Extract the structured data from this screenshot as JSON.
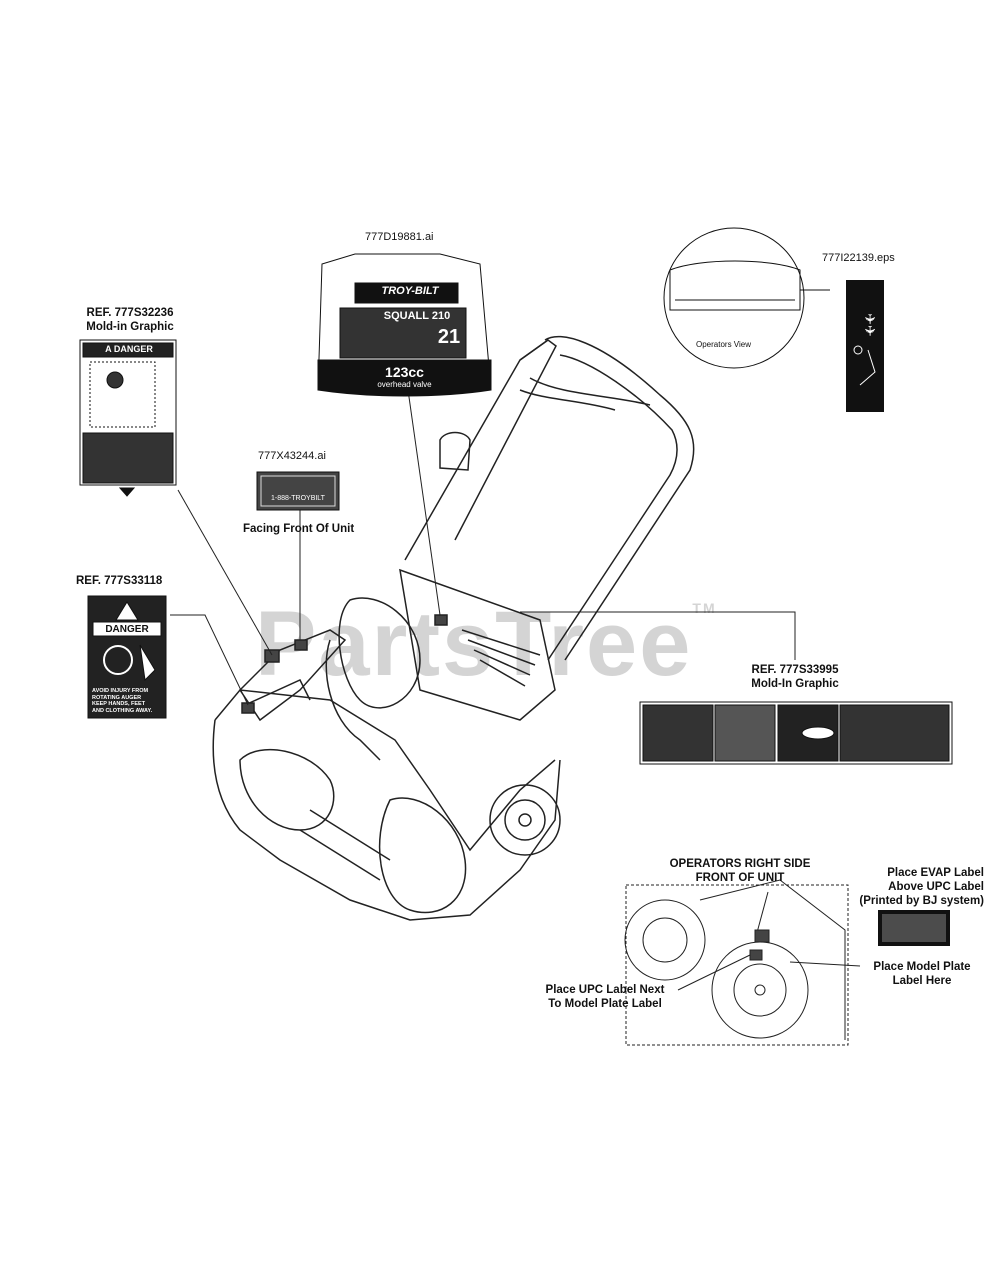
{
  "watermark": "PartsTree",
  "watermark_tm": "TM",
  "labels": {
    "ref1": "REF. 777S32236",
    "ref1_sub": "Mold-in Graphic",
    "ref2": "REF.  777S33118",
    "ref3": "REF. 777S33995",
    "ref3_sub": "Mold-In Graphic",
    "file1": "777D19881.ai",
    "file2": "777X43244.ai",
    "file3": "777I22139.eps",
    "facing": "Facing Front Of Unit",
    "operators_view": "Operators View",
    "right_side_1": "OPERATORS RIGHT SIDE",
    "right_side_2": "FRONT OF UNIT",
    "evap_1": "Place EVAP Label",
    "evap_2": "Above UPC Label",
    "evap_3": "(Printed by BJ system)",
    "model_plate_1": "Place Model Plate",
    "model_plate_2": "Label Here",
    "upc_1": "Place UPC Label Next",
    "upc_2": "To Model Plate Label"
  },
  "decals": {
    "brand": "TROY-BILT",
    "model": "SQUALL 210",
    "stage": "21",
    "engine": "123cc",
    "engine_sub": "overhead valve",
    "danger": "DANGER",
    "danger_caps": "A DANGER",
    "danger_text": [
      "AVOID INJURY FROM",
      "ROTATING AUGER",
      "KEEP HANDS, FEET",
      "AND CLOTHING AWAY."
    ],
    "phone": "1-888-TROYBILT"
  }
}
